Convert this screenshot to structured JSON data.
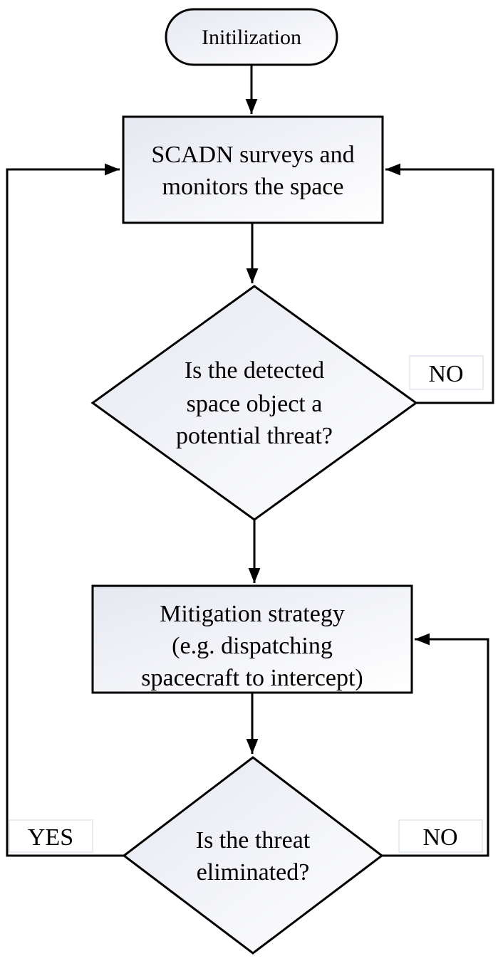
{
  "diagram": {
    "type": "flowchart",
    "background": "#ffffff",
    "colors": {
      "line": "#000000",
      "text": "#000000",
      "shape_border": "#000000",
      "shape_fill_start": "#e6e8f1",
      "shape_fill_end": "#ffffff",
      "label_box_fill": "#ffffff",
      "label_box_border": "#e7ebf3"
    },
    "nodes": {
      "start": {
        "shape": "terminator",
        "label": "Initilization"
      },
      "survey": {
        "shape": "process",
        "lines": [
          "SCADN surveys and",
          "monitors the space"
        ]
      },
      "threat": {
        "shape": "decision",
        "lines": [
          "Is the detected",
          "space object a",
          "potential threat?"
        ]
      },
      "mitigation": {
        "shape": "process",
        "lines": [
          "Mitigation strategy",
          "(e.g. dispatching",
          "spacecraft to intercept)"
        ]
      },
      "eliminated": {
        "shape": "decision",
        "lines": [
          "Is the threat",
          "eliminated?"
        ]
      }
    },
    "edge_labels": {
      "threat_no": "NO",
      "eliminated_yes": "YES",
      "eliminated_no": "NO"
    }
  }
}
